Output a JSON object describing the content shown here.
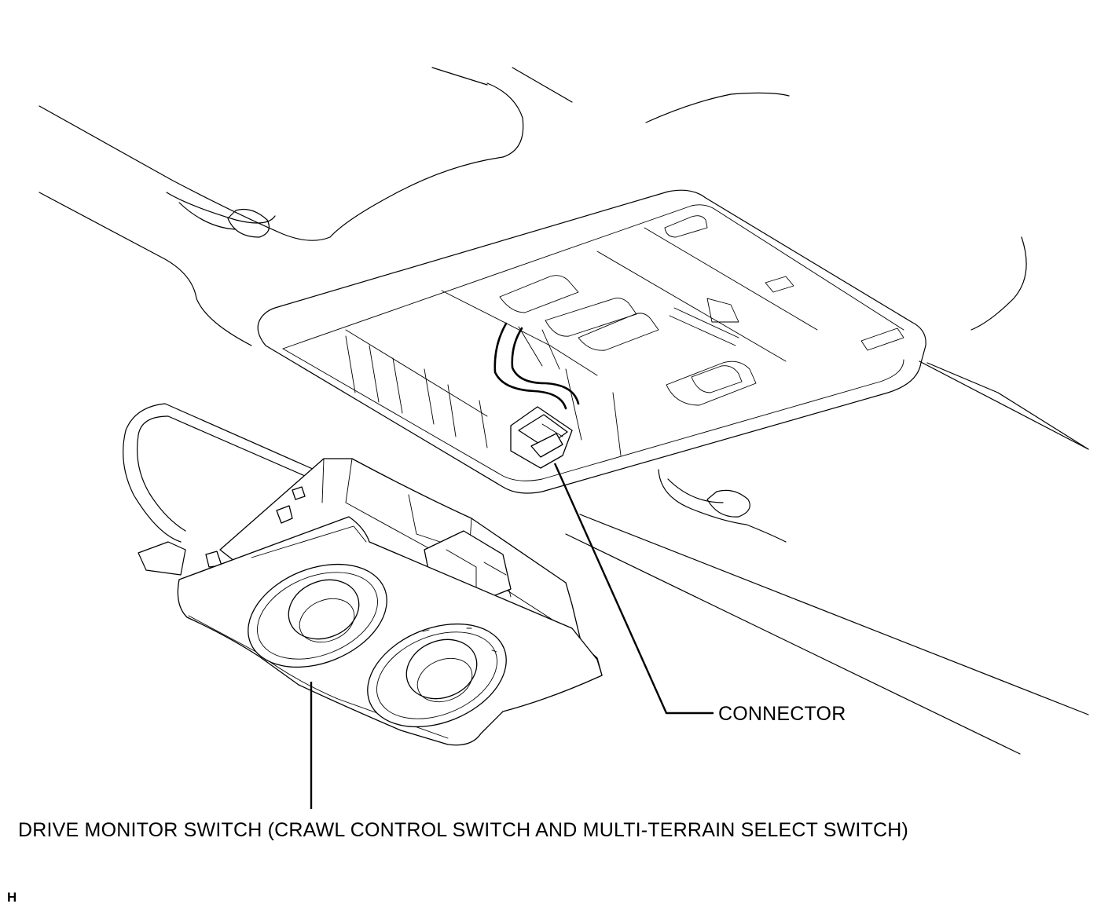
{
  "labels": {
    "connector": "CONNECTOR",
    "drive_monitor_switch": "DRIVE MONITOR SWITCH (CRAWL CONTROL SWITCH AND MULTI-TERRAIN SELECT SWITCH)",
    "figure_code": "H"
  }
}
